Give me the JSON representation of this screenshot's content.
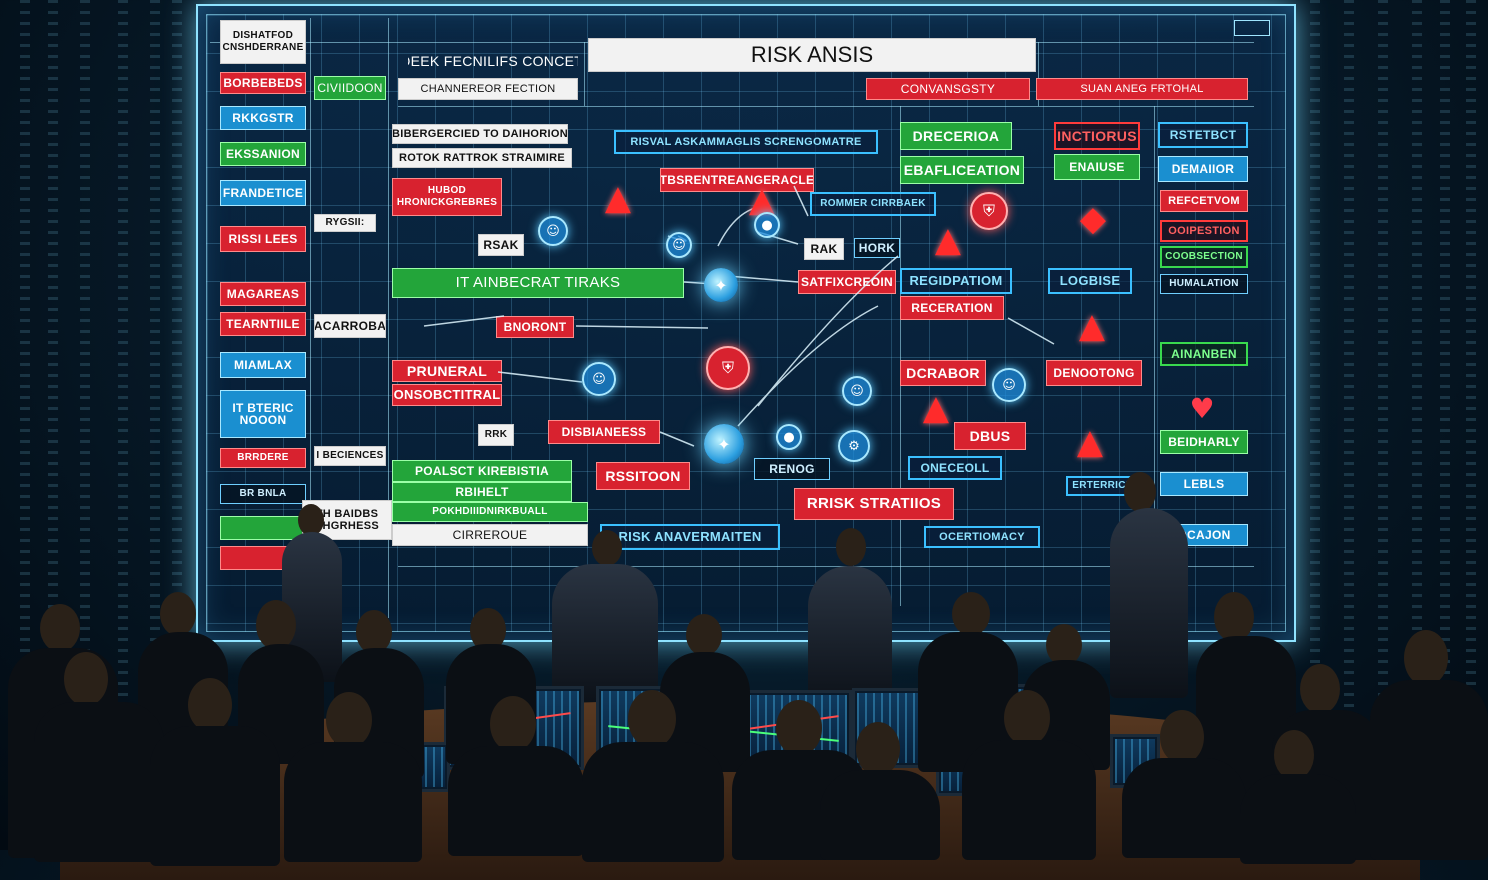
{
  "screen": {
    "title": "RISK ANSIS",
    "header_left": "DEEK FECNILIFS CONCET:",
    "header_sub": "CHANNEREOR FECTION",
    "header_right_1": "CONVANSGSTY",
    "header_right_2": "SUAN ANEG FRTOHAL"
  },
  "left_column": [
    "DISHATFOD CNSHDERRANE",
    "BORBEBEDS",
    "RKKGSTR",
    "EKSSANION",
    "FRANDETICE",
    "RISSI LEES",
    "MAGAREAS",
    "TEARNTIILE",
    "MIAMLAX",
    "IT BTERIC NOOON",
    "BRRDERE",
    "BR BNLA"
  ],
  "second_column": [
    "CIVIIDOON",
    "RYGSII:",
    "ACARROBA",
    "I BECIENCES",
    "TH BAIDBS SHGRHESS"
  ],
  "center_labels": {
    "bibergercied": "BIBERGERCIED TO DAIHORION",
    "rotok": "ROTOK RATTROK STRAIMIRE",
    "hubod": "HUBOD HRONICKGREBRES",
    "rsak": "RSAK",
    "it_ainbecrat": "IT AINBECRAT TIRAKS",
    "bnoront": "BNORONT",
    "pruneral": "PRUNERAL",
    "onsobctitral": "ONSOBCTITRAL",
    "rrk": "RRK",
    "poalsct": "POALSCT KIREBISTIA",
    "rbihelt": "RBIHELT",
    "pokhd": "POKHDIIIDNIRKBUALL",
    "cirreroue": "CIRREROUE",
    "disbianeess": "DISBIANEESS",
    "rssitoon": "RSSITOON",
    "rival": "RISVAL ASKAMMAGLIS SCRENGOMATRE",
    "tbsrent": "TBSRENTREANGERACLE",
    "rommer": "ROMMER CIRRBAEK",
    "rak": "RAK",
    "hork": "HORK",
    "satfixcreion": "SATFIXCREOIN",
    "reno": "RENOG",
    "risk_anav": "RISK ANAVERMAITEN",
    "rrisk_strat": "RRISK STRATIIOS"
  },
  "right_labels": {
    "dreceierioa": "DRECERIOA",
    "ebaflication": "EBAFLICEATION",
    "registation": "REGIDPATIOM",
    "receration": "RECERATION",
    "dcrabor": "DCRABOR",
    "dbus": "DBUS",
    "onecroll": "ONECEOLL",
    "ocertnomacy": "OCERTIOMACY",
    "inctiorus": "INCTIORUS",
    "enaiuse": "ENAIUSE",
    "logbise": "LOGBISE",
    "denootong": "DENOOTONG",
    "erterricie": "ERTERRICIE"
  },
  "far_right_column": [
    "RSTETBCT",
    "DEMAIIOR",
    "REFCETVOM",
    "OOIPESTION",
    "COOBSECTION",
    "HUMALATION",
    "AINANBEN",
    "BEIDHARLY",
    "LEBLS",
    "OCAJON"
  ],
  "colors": {
    "red": "#d8222f",
    "green": "#23a53a",
    "blue": "#1a8fd0",
    "glow": "#8fe3ff"
  },
  "icons": [
    "warning-triangle-icon",
    "shield-icon",
    "globe-network-icon",
    "heart-icon",
    "person-node-icon"
  ]
}
